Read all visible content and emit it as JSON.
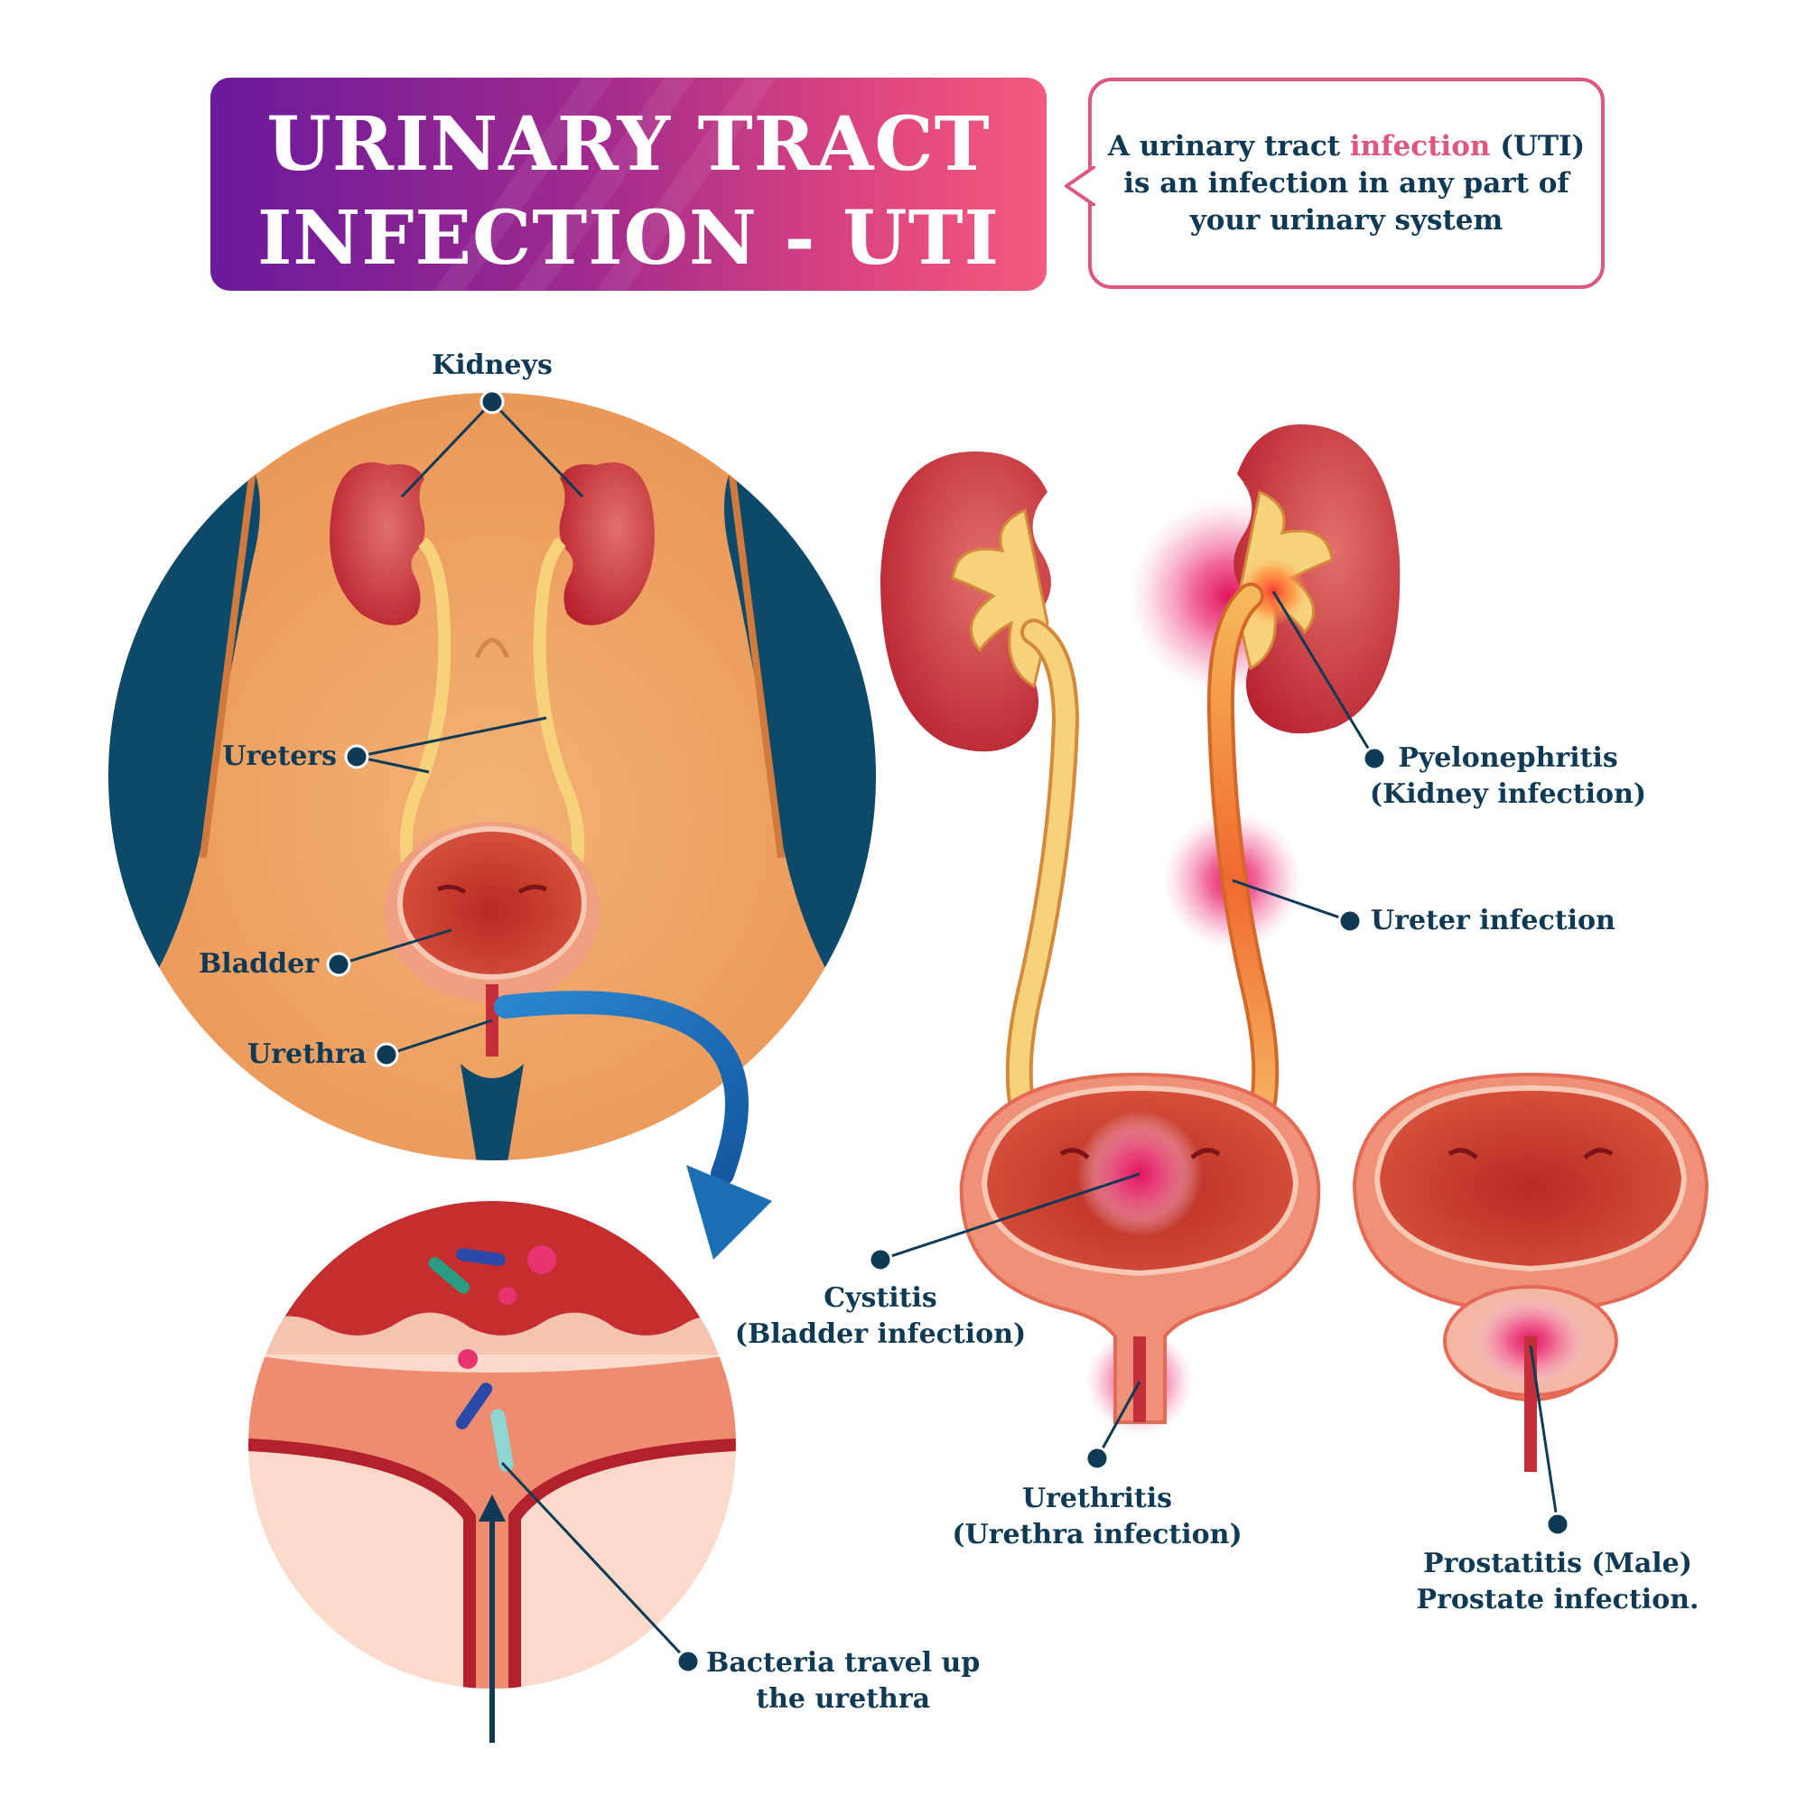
{
  "title": {
    "line1": "URINARY TRACT",
    "line2": "INFECTION - UTI"
  },
  "definition": {
    "part1": "A urinary tract ",
    "highlight": "infection",
    "part2": " (UTI)",
    "line2": "is an infection in any part of",
    "line3": "your urinary system"
  },
  "labels": {
    "kidneys": "Kidneys",
    "ureters": "Ureters",
    "bladder": "Bladder",
    "urethra": "Urethra",
    "bacteria_l1": "Bacteria travel up",
    "bacteria_l2": "the urethra",
    "cystitis_l1": "Cystitis",
    "cystitis_l2": "(Bladder infection)",
    "urethritis_l1": "Urethritis",
    "urethritis_l2": "(Urethra infection)",
    "pyelo_l1": "Pyelonephritis",
    "pyelo_l2": "(Kidney infection)",
    "ureter_infection": "Ureter infection",
    "prostatitis_l1": "Prostatitis (Male)",
    "prostatitis_l2": "Prostate infection."
  },
  "colors": {
    "navy": "#0e3a55",
    "skin": "#eda063",
    "kidney": "#c42f3a",
    "ureter": "#f6d27a",
    "bladder": "#c83a33",
    "infection_pink": "#e0467f",
    "arrow_blue": "#1b6fb5",
    "title_start": "#6a1a9c",
    "title_end": "#f25b7e"
  }
}
